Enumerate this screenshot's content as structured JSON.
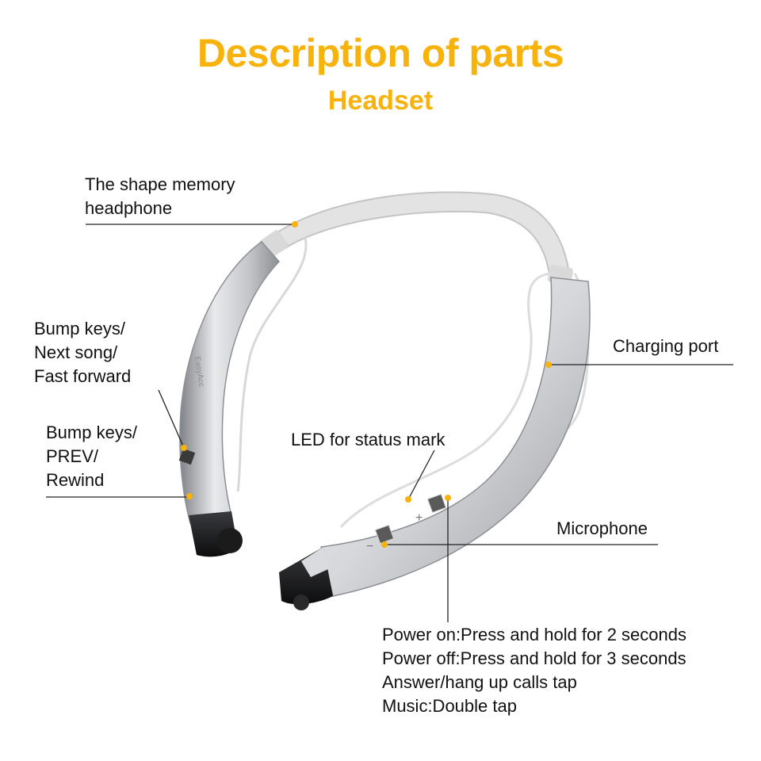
{
  "title": "Description of parts",
  "subtitle": "Headset",
  "brand": "EasyAcc",
  "colors": {
    "accent": "#f7b30b",
    "silver": "#c9cbce",
    "band": "#e6e6e6",
    "text": "#111111"
  },
  "labels": {
    "shape_memory": [
      "The shape memory",
      "headphone"
    ],
    "bump_next": [
      "Bump keys/",
      "Next song/",
      "Fast forward"
    ],
    "bump_prev": [
      "Bump keys/",
      "PREV/",
      "Rewind"
    ],
    "led": "LED for status mark",
    "charging": "Charging port",
    "microphone": "Microphone",
    "power_instructions": [
      "Power on:Press and hold for 2 seconds",
      "Power off:Press and hold for 3 seconds",
      "Answer/hang up calls tap",
      "Music:Double tap"
    ]
  },
  "key_symbols": {
    "plus": "+",
    "minus": "−"
  }
}
